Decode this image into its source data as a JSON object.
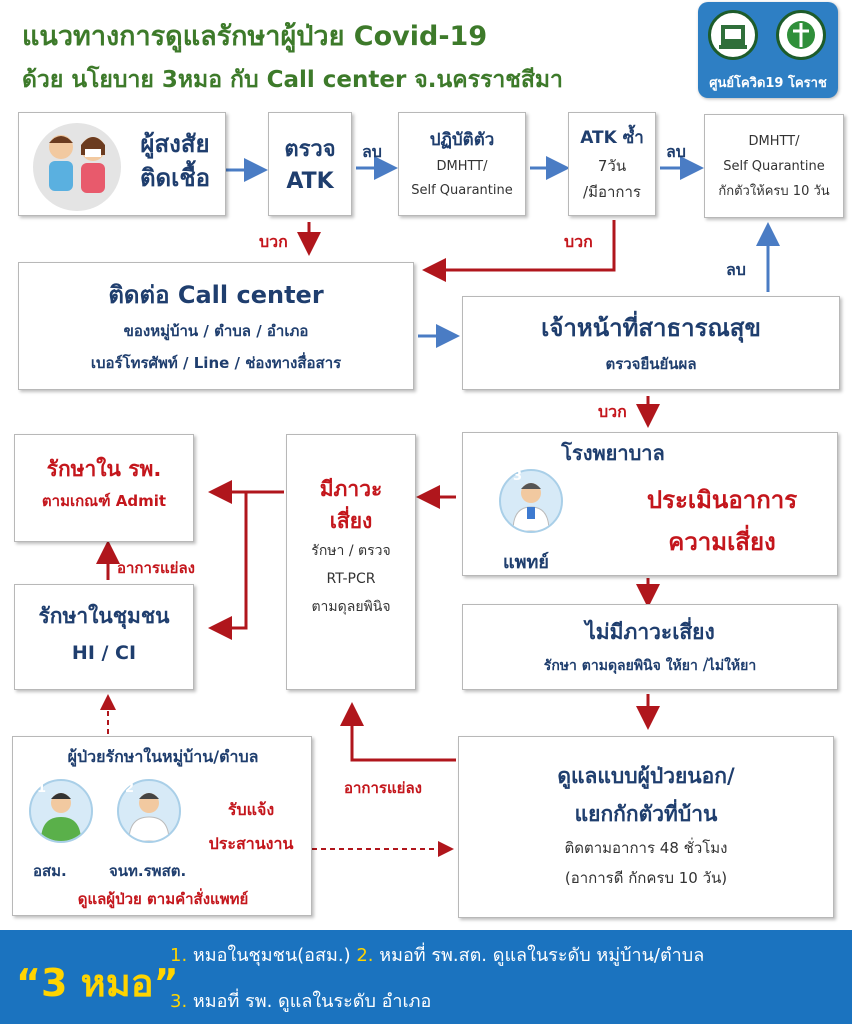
{
  "title": {
    "line1": "แนวทางการดูแลรักษาผู้ป่วย Covid-19",
    "line2": "ด้วย นโยบาย 3หมอ กับ Call center จ.นครราชสีมา"
  },
  "badge": {
    "label": "ศูนย์โควิด19 โคราช"
  },
  "nodes": {
    "suspect": {
      "line1": "ผู้สงสัย",
      "line2": "ติดเชื้อ"
    },
    "atk": {
      "line1": "ตรวจ",
      "line2": "ATK"
    },
    "practice": {
      "line1": "ปฏิบัติตัว",
      "line2": "DMHTT/",
      "line3": "Self Quarantine"
    },
    "atk_repeat": {
      "line1": "ATK ซ้ำ",
      "line2": "7วัน",
      "line3": "/มีอาการ"
    },
    "quarantine": {
      "line1": "DMHTT/",
      "line2": "Self Quarantine",
      "line3": "กักตัวให้ครบ 10 วัน"
    },
    "call_center": {
      "line1": "ติดต่อ Call center",
      "line2": "ของหมู่บ้าน / ตำบล / อำเภอ",
      "line3": "เบอร์โทรศัพท์ / Line / ช่องทางสื่อสาร"
    },
    "health_officer": {
      "line1": "เจ้าหน้าที่สาธารณสุข",
      "line2": "ตรวจยืนยันผล"
    },
    "hospital": {
      "line1": "โรงพยาบาล",
      "line2": "ประเมินอาการ",
      "line3": "ความเสี่ยง",
      "doctor": "แพทย์",
      "doctor_num": "3"
    },
    "at_risk": {
      "line1": "มีภาวะ",
      "line2": "เสี่ยง",
      "line3": "รักษา / ตรวจ",
      "line4": "RT-PCR",
      "line5": "ตามดุลยพินิจ"
    },
    "hospital_treat": {
      "line1": "รักษาใน รพ.",
      "line2": "ตามเกณฑ์ Admit"
    },
    "community_treat": {
      "line1": "รักษาในชุมชน",
      "line2": "HI / CI"
    },
    "no_risk": {
      "line1": "ไม่มีภาวะเสี่ยง",
      "line2": "รักษา ตามดุลยพินิจ  ให้ยา /ไม่ให้ยา"
    },
    "village": {
      "title": "ผู้ป่วยรักษาในหมู่บ้าน/ตำบล",
      "notify1": "รับแจ้ง",
      "notify2": "ประสานงาน",
      "role1": "อสม.",
      "role2": "จนท.รพสต.",
      "care": "ดูแลผู้ป่วย ตามคำสั่งแพทย์",
      "num1": "1",
      "num2": "2"
    },
    "outpatient": {
      "line1": "ดูแลแบบผู้ป่วยนอก/",
      "line2": "แยกกักตัวที่บ้าน",
      "line3": "ติดตามอาการ 48 ชั่วโมง",
      "line4": "(อาการดี กักครบ 10 วัน)"
    }
  },
  "edge_labels": {
    "neg1": "ลบ",
    "neg2": "ลบ",
    "neg3": "ลบ",
    "pos1": "บวก",
    "pos2": "บวก",
    "pos3": "บวก",
    "worse1": "อาการแย่ลง",
    "worse2": "อาการแย่ลง"
  },
  "footer": {
    "headline": "“3 หมอ”",
    "n1": "1.",
    "t1": "หมอในชุมชน(อสม.)",
    "n2": "2.",
    "t2": "หมอที่ รพ.สต. ดูแลในระดับ หมู่บ้าน/ตำบล",
    "n3": "3.",
    "t3": "หมอที่ รพ. ดูแลในระดับ อำเภอ"
  },
  "colors": {
    "title_green": "#3d7a2a",
    "navy": "#1f3e6e",
    "red": "#c4161c",
    "arrow_blue": "#4a7cc4",
    "footer_blue": "#1b73bf",
    "footer_yellow": "#ffd400"
  }
}
